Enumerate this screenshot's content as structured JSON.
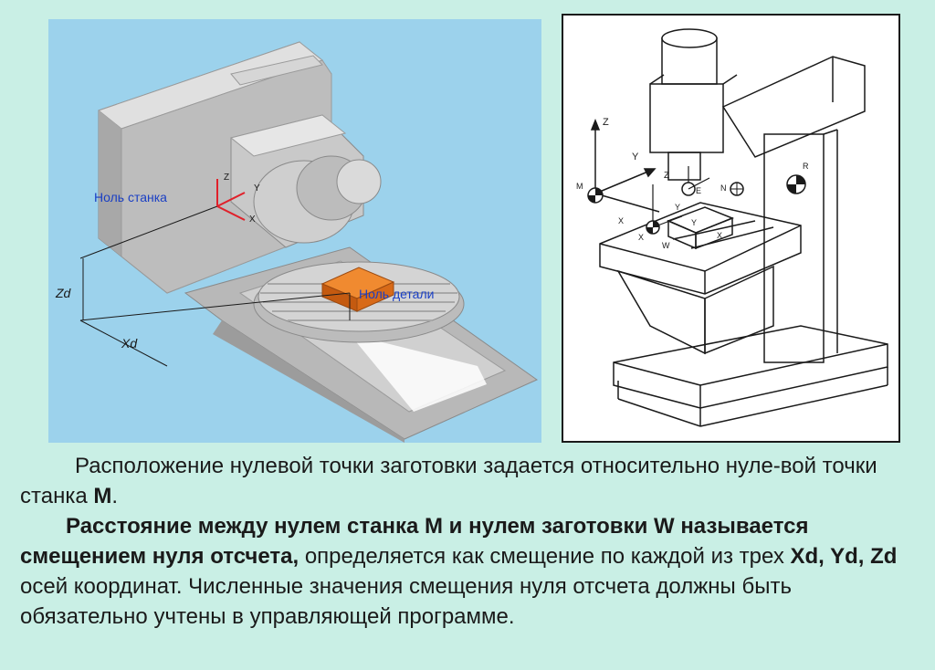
{
  "left_figure": {
    "machine_zero_label": "Ноль станка",
    "part_zero_label": "Ноль детали",
    "axis_z": "Z",
    "axis_y": "Y",
    "axis_x": "X",
    "dim_zd": "Zd",
    "dim_xd": "Xd",
    "colors": {
      "background": "#9cd2ec",
      "machine": "#c4c4c4",
      "workpiece": "#d86a18",
      "axes": "#e0202a"
    }
  },
  "right_figure": {
    "axis_z": "Z",
    "axis_y": "Y",
    "axis_x": "X",
    "point_m": "M",
    "point_r": "R",
    "point_n": "N",
    "point_e": "E",
    "point_w": "W",
    "tool_z": "Z",
    "work_x": "X",
    "work_y": "Y",
    "part_y": "Y",
    "part_x": "X"
  },
  "text": {
    "p1_part1": "Расположение нулевой точки заготовки задается относительно нуле-вой точки станка ",
    "p1_bold": "M",
    "p1_end": ".",
    "p2_bold": "Расстояние между нулем станка М и нулем заготовки W называется смещением нуля отсчета,",
    "p2_part2": " определяется как смещение по каждой из трех ",
    "p2_axes": "Xd, Yd, Zd",
    "p2_part3": "  осей координат. Численные значения смещения нуля отсчета должны быть обязательно учтены в управляющей программе."
  }
}
